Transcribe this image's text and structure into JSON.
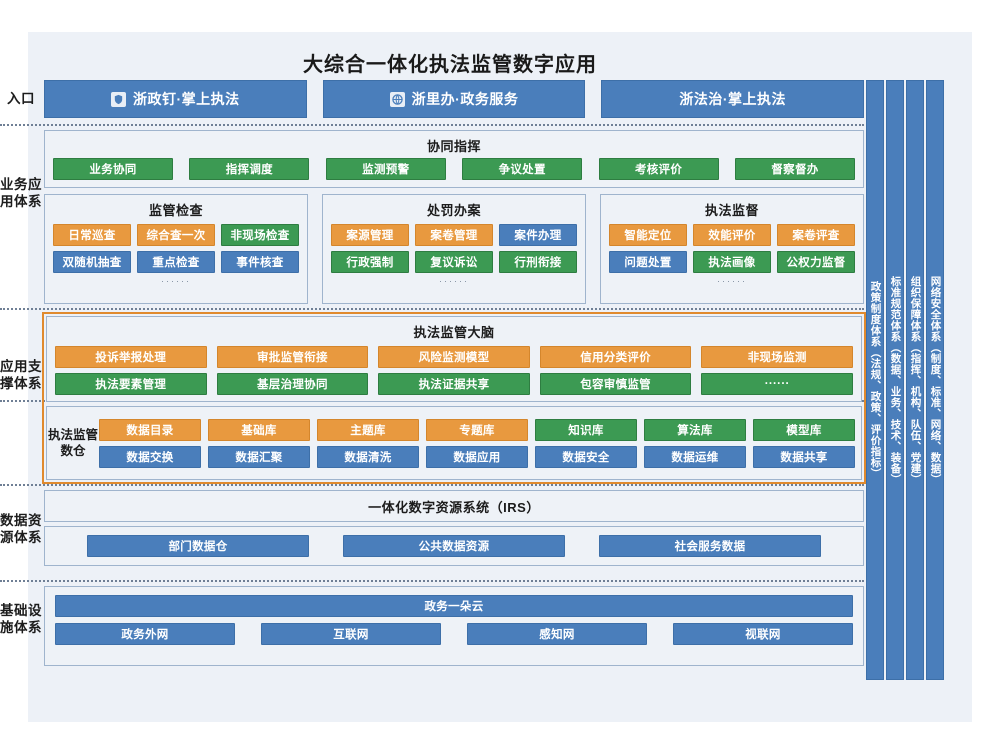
{
  "title": "大综合一体化执法监管数字应用",
  "left_labels": [
    {
      "name": "entry",
      "text": "入口"
    },
    {
      "name": "business-application-system",
      "text": "业务应用体系"
    },
    {
      "name": "application-support-system",
      "text": "应用支撑体系"
    },
    {
      "name": "data-resource-system",
      "text": "数据资源体系"
    },
    {
      "name": "infrastructure-system",
      "text": "基础设施体系"
    }
  ],
  "right_columns": [
    "政策制度体系（法规、政策、评价指标）",
    "标准规范体系（数据、业务、技术、装备）",
    "组织保障体系（指挥、机构、队伍、党建）",
    "网络安全体系（制度、标准、网络、数据）"
  ],
  "entry": {
    "buttons": [
      {
        "label": "浙政钉·掌上执法",
        "icon": "shield-icon"
      },
      {
        "label": "浙里办·政务服务",
        "icon": "globe-icon"
      },
      {
        "label": "浙法治·掌上执法",
        "icon": "none"
      }
    ]
  },
  "collaborative": {
    "title": "协同指挥",
    "chips": [
      {
        "label": "业务协同",
        "color": "green"
      },
      {
        "label": "指挥调度",
        "color": "green"
      },
      {
        "label": "监测预警",
        "color": "green"
      },
      {
        "label": "争议处置",
        "color": "green"
      },
      {
        "label": "考核评价",
        "color": "green"
      },
      {
        "label": "督察督办",
        "color": "green"
      }
    ]
  },
  "business_panels": [
    {
      "title": "监管检查",
      "chips": [
        {
          "label": "日常巡查",
          "color": "orange"
        },
        {
          "label": "综合查一次",
          "color": "orange"
        },
        {
          "label": "非现场检查",
          "color": "green"
        },
        {
          "label": "双随机抽查",
          "color": "blue"
        },
        {
          "label": "重点检查",
          "color": "blue"
        },
        {
          "label": "事件核查",
          "color": "blue"
        }
      ],
      "ellipsis": "······"
    },
    {
      "title": "处罚办案",
      "chips": [
        {
          "label": "案源管理",
          "color": "orange"
        },
        {
          "label": "案卷管理",
          "color": "orange"
        },
        {
          "label": "案件办理",
          "color": "blue"
        },
        {
          "label": "行政强制",
          "color": "green"
        },
        {
          "label": "复议诉讼",
          "color": "green"
        },
        {
          "label": "行刑衔接",
          "color": "green"
        }
      ],
      "ellipsis": "······"
    },
    {
      "title": "执法监督",
      "chips": [
        {
          "label": "智能定位",
          "color": "orange"
        },
        {
          "label": "效能评价",
          "color": "orange"
        },
        {
          "label": "案卷评查",
          "color": "orange"
        },
        {
          "label": "问题处置",
          "color": "blue"
        },
        {
          "label": "执法画像",
          "color": "green"
        },
        {
          "label": "公权力监督",
          "color": "green"
        }
      ],
      "ellipsis": "······"
    }
  ],
  "brain": {
    "title": "执法监管大脑",
    "chips": [
      {
        "label": "投诉举报处理",
        "color": "orange"
      },
      {
        "label": "审批监管衔接",
        "color": "orange"
      },
      {
        "label": "风险监测模型",
        "color": "orange"
      },
      {
        "label": "信用分类评价",
        "color": "orange"
      },
      {
        "label": "非现场监测",
        "color": "orange"
      },
      {
        "label": "执法要素管理",
        "color": "green"
      },
      {
        "label": "基层治理协同",
        "color": "green"
      },
      {
        "label": "执法证据共享",
        "color": "green"
      },
      {
        "label": "包容审慎监管",
        "color": "green"
      },
      {
        "label": "······",
        "color": "green"
      }
    ]
  },
  "warehouse": {
    "label": "执法监管数仓",
    "chips": [
      {
        "label": "数据目录",
        "color": "orange"
      },
      {
        "label": "基础库",
        "color": "orange"
      },
      {
        "label": "主题库",
        "color": "orange"
      },
      {
        "label": "专题库",
        "color": "orange"
      },
      {
        "label": "知识库",
        "color": "green"
      },
      {
        "label": "算法库",
        "color": "green"
      },
      {
        "label": "模型库",
        "color": "green"
      },
      {
        "label": "数据交换",
        "color": "blue"
      },
      {
        "label": "数据汇聚",
        "color": "blue"
      },
      {
        "label": "数据清洗",
        "color": "blue"
      },
      {
        "label": "数据应用",
        "color": "blue"
      },
      {
        "label": "数据安全",
        "color": "blue"
      },
      {
        "label": "数据运维",
        "color": "blue"
      },
      {
        "label": "数据共享",
        "color": "blue"
      }
    ]
  },
  "irs": {
    "title": "一体化数字资源系统（IRS）"
  },
  "data_resources": {
    "chips": [
      {
        "label": "部门数据仓",
        "color": "blue"
      },
      {
        "label": "公共数据资源",
        "color": "blue"
      },
      {
        "label": "社会服务数据",
        "color": "blue"
      }
    ]
  },
  "infrastructure": {
    "cloud": {
      "label": "政务一朵云",
      "color": "blue"
    },
    "networks": [
      {
        "label": "政务外网",
        "color": "blue"
      },
      {
        "label": "互联网",
        "color": "blue"
      },
      {
        "label": "感知网",
        "color": "blue"
      },
      {
        "label": "视联网",
        "color": "blue"
      }
    ]
  },
  "colors": {
    "green": "#3c9a53",
    "orange": "#e8993f",
    "blue": "#4a7ebb",
    "panel_bg": "#eef2f7",
    "frame_bg": "#edf1f7",
    "accent_outline": "#e08a2e"
  }
}
